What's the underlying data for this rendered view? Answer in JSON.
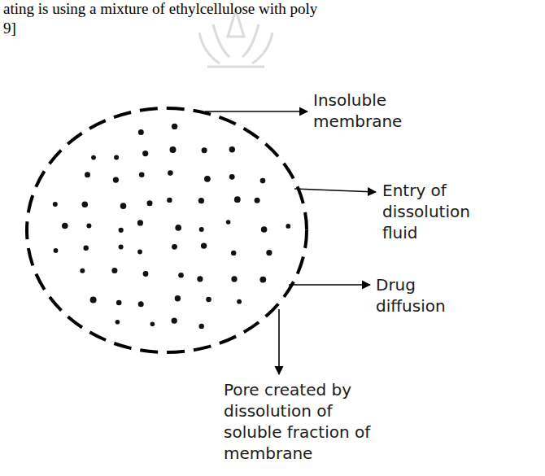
{
  "diagram": {
    "labels": [
      "ating is using a mixture of ethylcellulose with poly",
      "9]",
      "Insoluble membrane",
      "Entry of dissolution fluid",
      "Drug diffusion",
      "Pore created by dissolution of soluble fraction of membrane"
    ]
  }
}
